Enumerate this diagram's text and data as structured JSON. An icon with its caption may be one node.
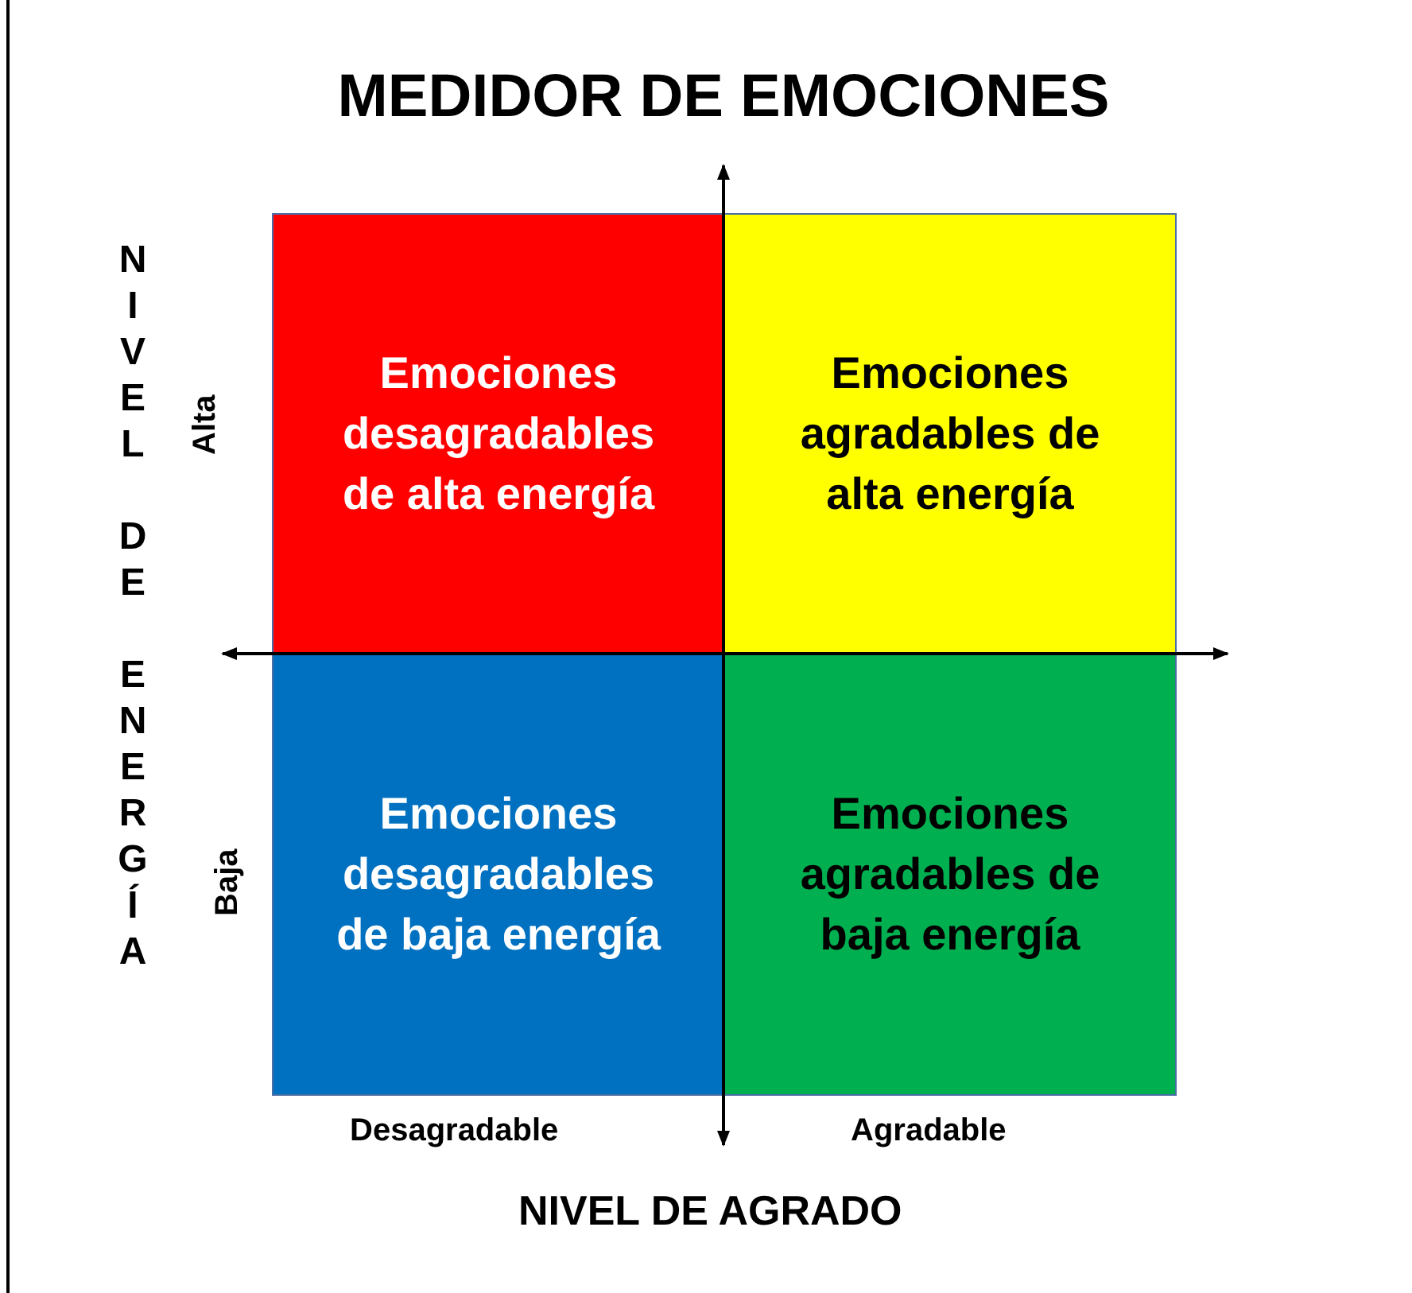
{
  "diagram": {
    "title": "MEDIDOR DE EMOCIONES",
    "nodes": [
      {
        "text": [
          "Emociones desagradables de alta energía"
        ]
      },
      {
        "text": [
          "Emociones agradables de alta energía"
        ]
      },
      {
        "text": [
          "Emociones desagradables de baja energía"
        ]
      },
      {
        "text": [
          "Emociones agradables de baja energía"
        ]
      }
    ],
    "edges": [],
    "labels": [
      "NIVEL DE ENERGÍA",
      "Alta",
      "Baja",
      "Desagradable",
      "Agradable",
      "NIVEL DE AGRADO"
    ]
  }
}
